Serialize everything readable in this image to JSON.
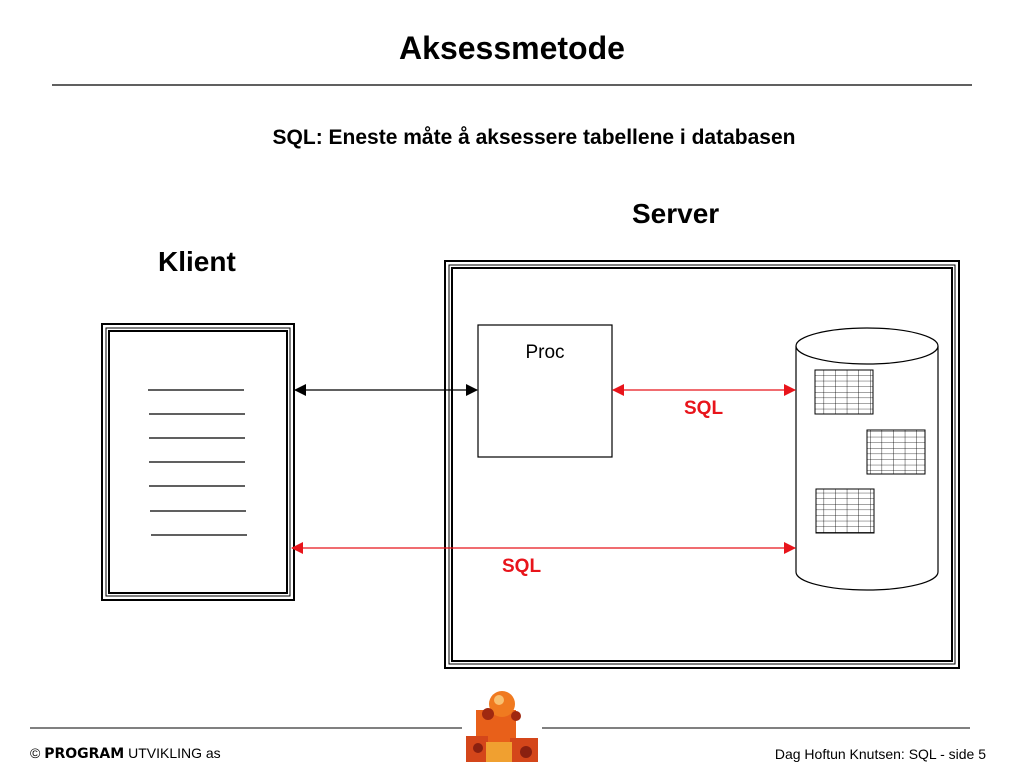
{
  "slide": {
    "title": "Aksessmetode",
    "subtitle": "SQL: Eneste måte å aksessere tabellene i databasen"
  },
  "diagram": {
    "server_label": "Server",
    "client_label": "Klient",
    "proc_label": "Proc",
    "sql_label_upper": "SQL",
    "sql_label_lower": "SQL",
    "colors": {
      "sql_arrow": "#e8141b",
      "plain_arrow": "#000000",
      "logo_orange": "#e8601a"
    }
  },
  "footer": {
    "copyright_symbol": "©",
    "brand_bold": "PROGRAM",
    "brand_rest": "UTVIKLING as",
    "page_info": "Dag Hoftun Knutsen: SQL - side 5"
  }
}
